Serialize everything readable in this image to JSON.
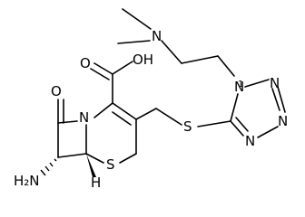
{
  "molecule": {
    "atoms": {
      "n_amine": "N",
      "n_ring_lower": "N",
      "n_ring_upper": "N",
      "n_ring_right1": "N",
      "n_ring_right2": "N",
      "n_lactam": "N",
      "oh": "OH",
      "o_carbonyl_acid": "O",
      "o_lactam": "O",
      "s_thioether": "S",
      "s_ring": "S",
      "h2n": "H₂N",
      "h_stereo": "H"
    }
  }
}
